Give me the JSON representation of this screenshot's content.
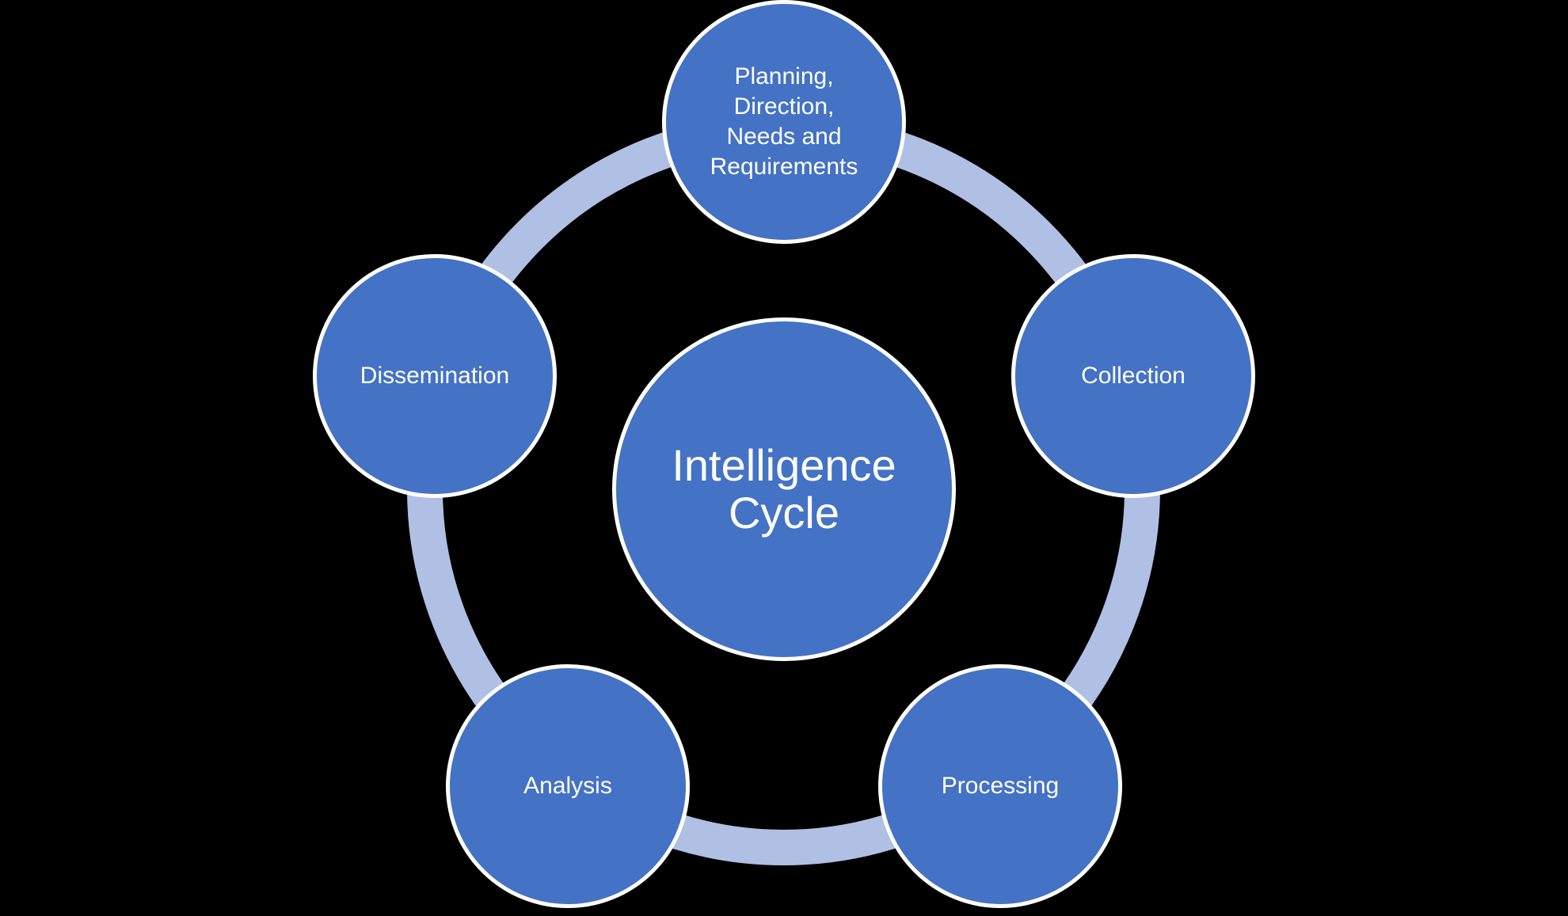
{
  "diagram": {
    "center": {
      "label": "Intelligence\nCycle"
    },
    "nodes": [
      {
        "id": "planning",
        "label": "Planning,\nDirection,\nNeeds and\nRequirements"
      },
      {
        "id": "collection",
        "label": "Collection"
      },
      {
        "id": "processing",
        "label": "Processing"
      },
      {
        "id": "analysis",
        "label": "Analysis"
      },
      {
        "id": "dissemination",
        "label": "Dissemination"
      }
    ]
  },
  "colors": {
    "background": "#000000",
    "node_fill": "#4472C4",
    "node_border": "#FFFFFF",
    "ring": "#B0C0E4",
    "label_text": "#FFFFFF"
  }
}
